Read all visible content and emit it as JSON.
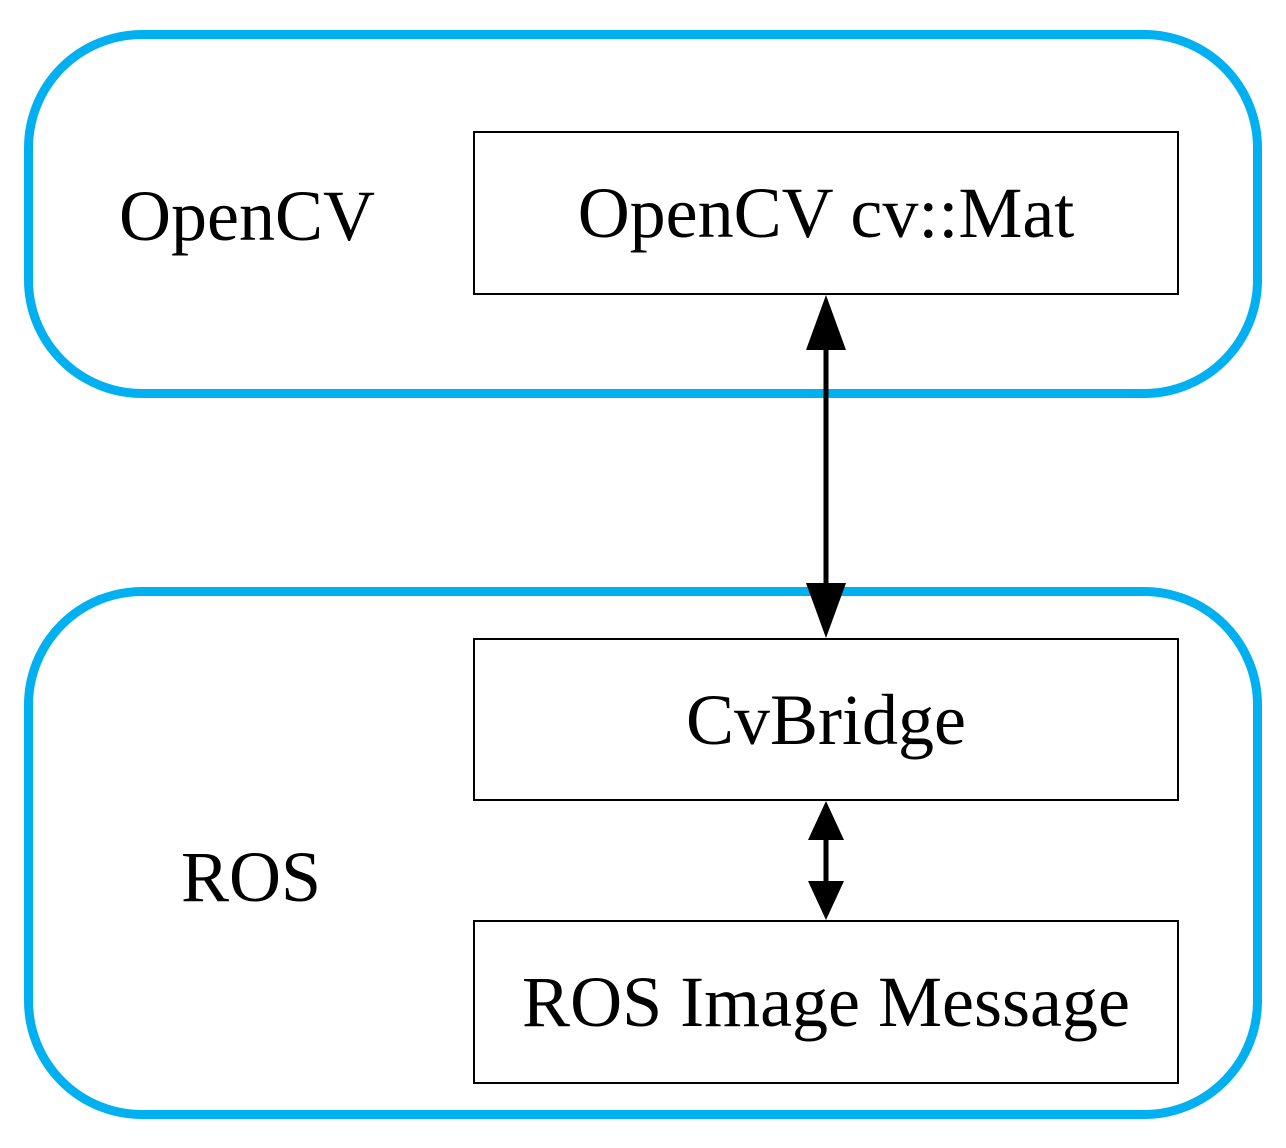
{
  "groups": {
    "opencv": {
      "label": "OpenCV"
    },
    "ros": {
      "label": "ROS"
    }
  },
  "nodes": {
    "mat": "OpenCV cv::Mat",
    "bridge": "CvBridge",
    "ros_image_message": "ROS Image Message"
  },
  "edges": [
    {
      "from": "OpenCV cv::Mat",
      "to": "CvBridge",
      "direction": "bidirectional"
    },
    {
      "from": "CvBridge",
      "to": "ROS Image Message",
      "direction": "bidirectional"
    }
  ],
  "colors": {
    "group_border": "#00b0f0",
    "node_border": "#000000",
    "arrow": "#000000"
  }
}
